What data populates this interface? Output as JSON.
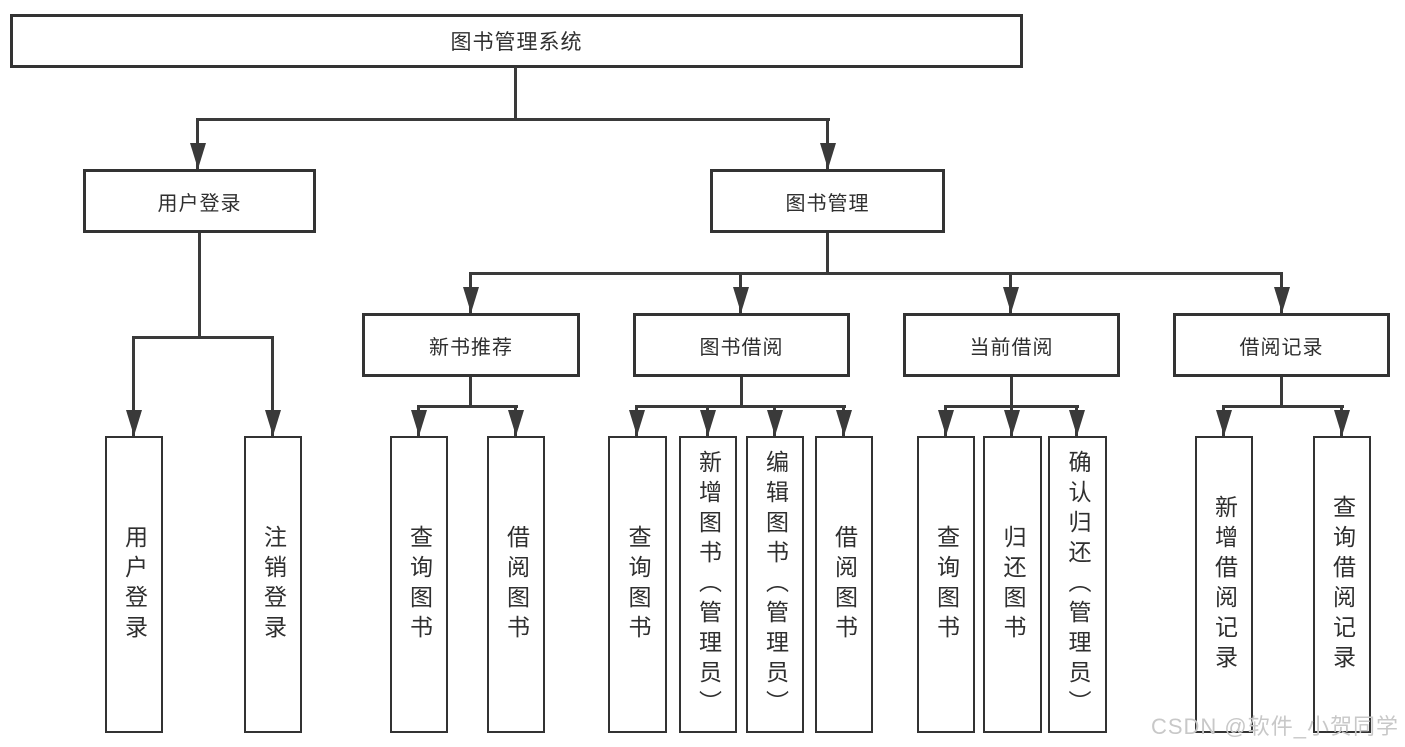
{
  "diagram": {
    "type": "tree",
    "colors": {
      "line": "#3a3a3a",
      "box_border": "#333333",
      "text": "#2f2f2f",
      "watermark": "#c8c8c8",
      "background": "#ffffff"
    },
    "tree": {
      "label": "图书管理系统",
      "children": [
        {
          "label": "用户登录",
          "children": [
            {
              "label": "用户登录"
            },
            {
              "label": "注销登录"
            }
          ]
        },
        {
          "label": "图书管理",
          "children": [
            {
              "label": "新书推荐",
              "children": [
                {
                  "label": "查询图书"
                },
                {
                  "label": "借阅图书"
                }
              ]
            },
            {
              "label": "图书借阅",
              "children": [
                {
                  "label": "查询图书"
                },
                {
                  "label": "新增图书（管理员）"
                },
                {
                  "label": "编辑图书（管理员）"
                },
                {
                  "label": "借阅图书"
                }
              ]
            },
            {
              "label": "当前借阅",
              "children": [
                {
                  "label": "查询图书"
                },
                {
                  "label": "归还图书"
                },
                {
                  "label": "确认归还（管理员）"
                }
              ]
            },
            {
              "label": "借阅记录",
              "children": [
                {
                  "label": "新增借阅记录"
                },
                {
                  "label": "查询借阅记录"
                }
              ]
            }
          ]
        }
      ]
    },
    "watermark": {
      "text": "CSDN @软件_小贺同学"
    }
  }
}
